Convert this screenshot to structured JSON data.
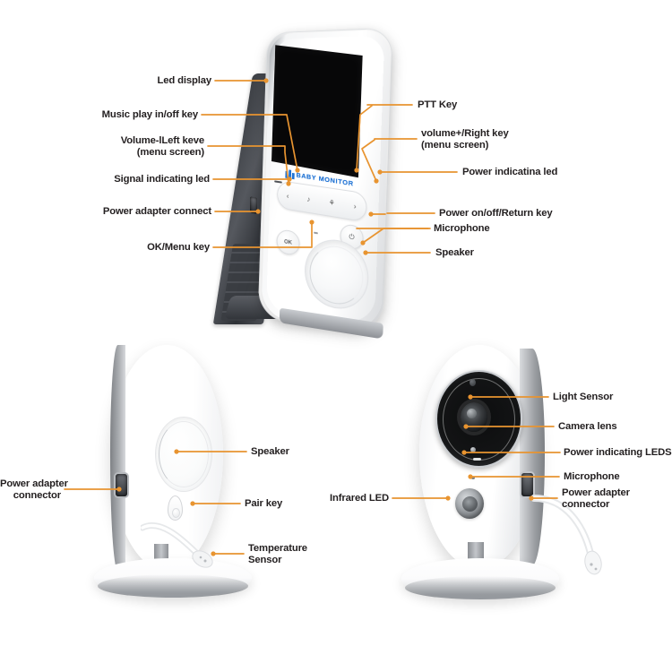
{
  "diagram": {
    "title": "Baby Monitor Product Parts Diagram",
    "accent_color": "#e89430",
    "text_color": "#231f20",
    "logo_color": "#1f72d4"
  },
  "monitor_unit": {
    "brand_logo": "BABY MONITOR",
    "keys": {
      "left_key": "‹",
      "music_key": "♪",
      "ptt_key": "⚘",
      "right_key": "›",
      "ok_key": "OK",
      "power_key": "⏻"
    },
    "callouts": [
      {
        "id": "led-display",
        "text": "Led display",
        "side": "left"
      },
      {
        "id": "music-play-key",
        "text": "Music play in/off key",
        "side": "left"
      },
      {
        "id": "volume-left-key",
        "text": "Volume-lLeft keve\n(menu screen)",
        "side": "left"
      },
      {
        "id": "signal-led",
        "text": "Signal indicating led",
        "side": "left"
      },
      {
        "id": "power-adapter",
        "text": "Power adapter connect",
        "side": "left"
      },
      {
        "id": "ok-menu-key",
        "text": "OK/Menu key",
        "side": "left"
      },
      {
        "id": "ptt-key",
        "text": "PTT Key",
        "side": "right"
      },
      {
        "id": "volume-right-key",
        "text": "volume+/Right key\n(menu screen)",
        "side": "right"
      },
      {
        "id": "power-indicating",
        "text": "Power indicatina led",
        "side": "right"
      },
      {
        "id": "power-return-key",
        "text": "Power on/off/Return key",
        "side": "right"
      },
      {
        "id": "microphone",
        "text": "Microphone",
        "side": "right"
      },
      {
        "id": "speaker",
        "text": "Speaker",
        "side": "right"
      }
    ]
  },
  "camera_rear": {
    "callouts": [
      {
        "id": "speaker",
        "text": "Speaker",
        "side": "right"
      },
      {
        "id": "pair-key",
        "text": "Pair key",
        "side": "right"
      },
      {
        "id": "temperature-sensor",
        "text": "Temperature\nSensor",
        "side": "right"
      },
      {
        "id": "power-adapter",
        "text": "Power adapter\nconnector",
        "side": "left"
      }
    ]
  },
  "camera_front": {
    "callouts": [
      {
        "id": "light-sensor",
        "text": "Light Sensor",
        "side": "right"
      },
      {
        "id": "camera-lens",
        "text": "Camera lens",
        "side": "right"
      },
      {
        "id": "power-leds",
        "text": "Power indicating LEDS",
        "side": "right"
      },
      {
        "id": "microphone",
        "text": "Microphone",
        "side": "right"
      },
      {
        "id": "power-adapter",
        "text": "Power adapter\nconnector",
        "side": "right"
      },
      {
        "id": "infrared-led",
        "text": "Infrared LED",
        "side": "left"
      }
    ]
  }
}
